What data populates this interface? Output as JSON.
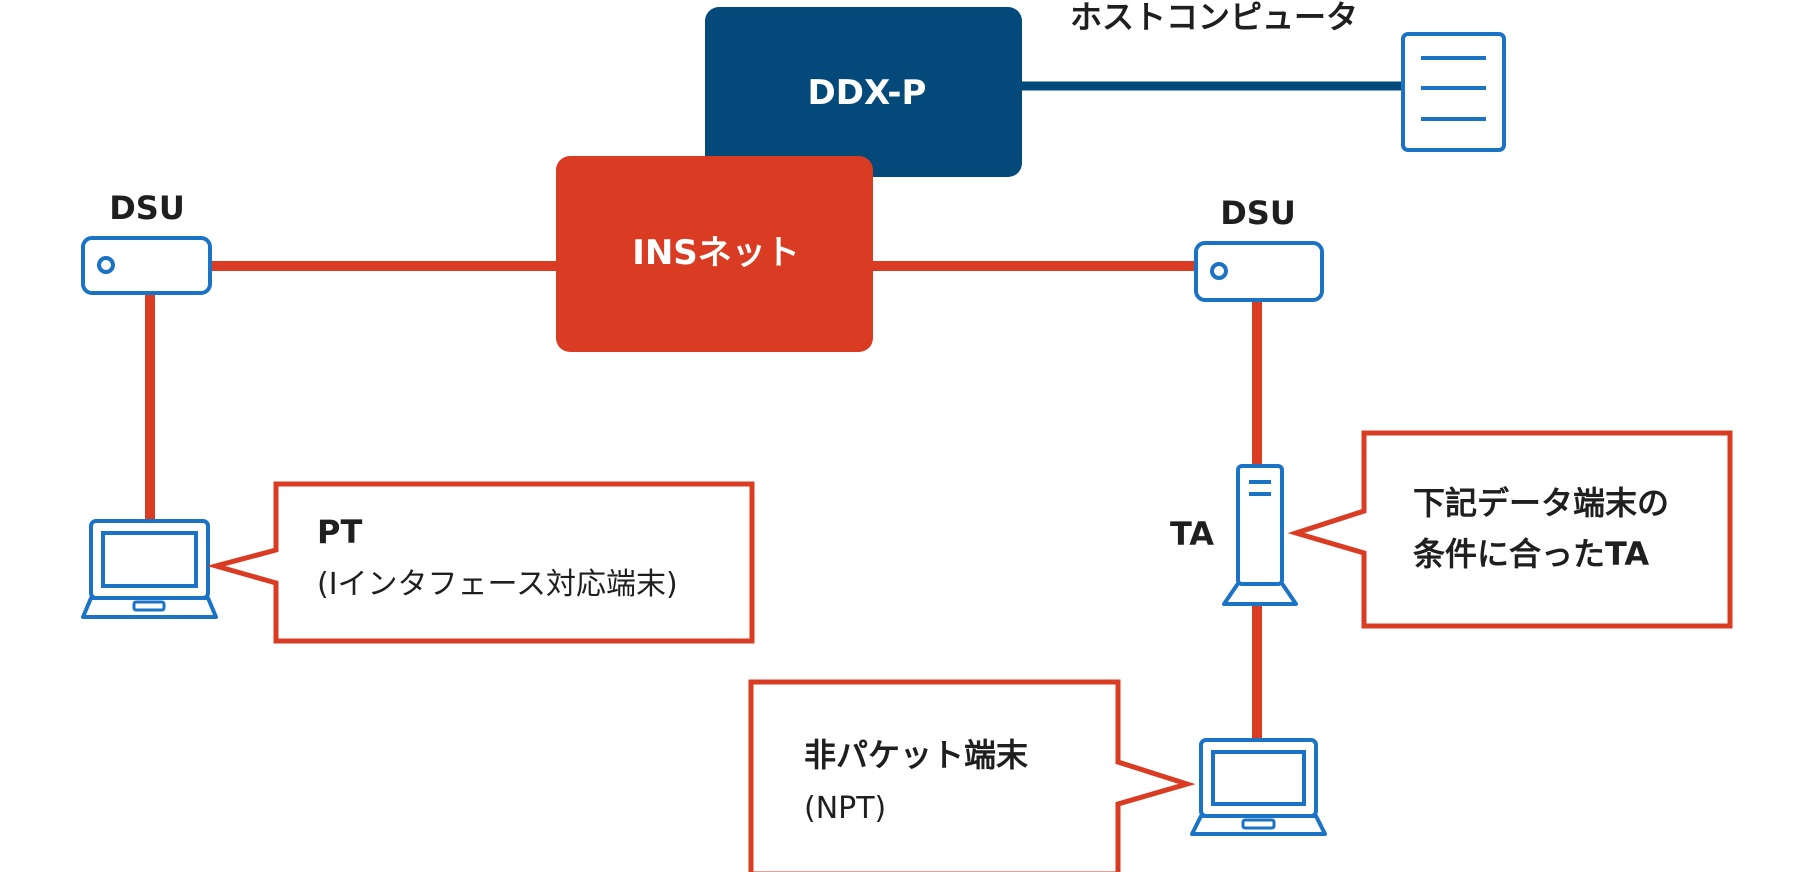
{
  "colors": {
    "red": "#d93c23",
    "navy": "#03497a",
    "blue": "#1a73c4",
    "text": "#1f1f1f",
    "white": "#ffffff"
  },
  "nodes": {
    "ddxp": {
      "label": "DDX-P"
    },
    "ins": {
      "label": "INSネット"
    },
    "host": {
      "label": "ホストコンピュータ",
      "icon": "server-icon"
    },
    "dsu_left": {
      "label": "DSU",
      "icon": "dsu-icon"
    },
    "dsu_right": {
      "label": "DSU",
      "icon": "dsu-icon"
    },
    "ta": {
      "label": "TA",
      "icon": "ta-tower-icon"
    },
    "pt_laptop": {
      "icon": "laptop-icon"
    },
    "npt_laptop": {
      "icon": "laptop-icon"
    }
  },
  "callouts": {
    "pt": {
      "line1": "PT",
      "line2": "(Iインタフェース対応端末)"
    },
    "ta": {
      "line1": "下記データ端末の",
      "line2": "条件に合ったTA"
    },
    "npt": {
      "line1": "非パケット端末",
      "line2": "(NPT)"
    }
  }
}
